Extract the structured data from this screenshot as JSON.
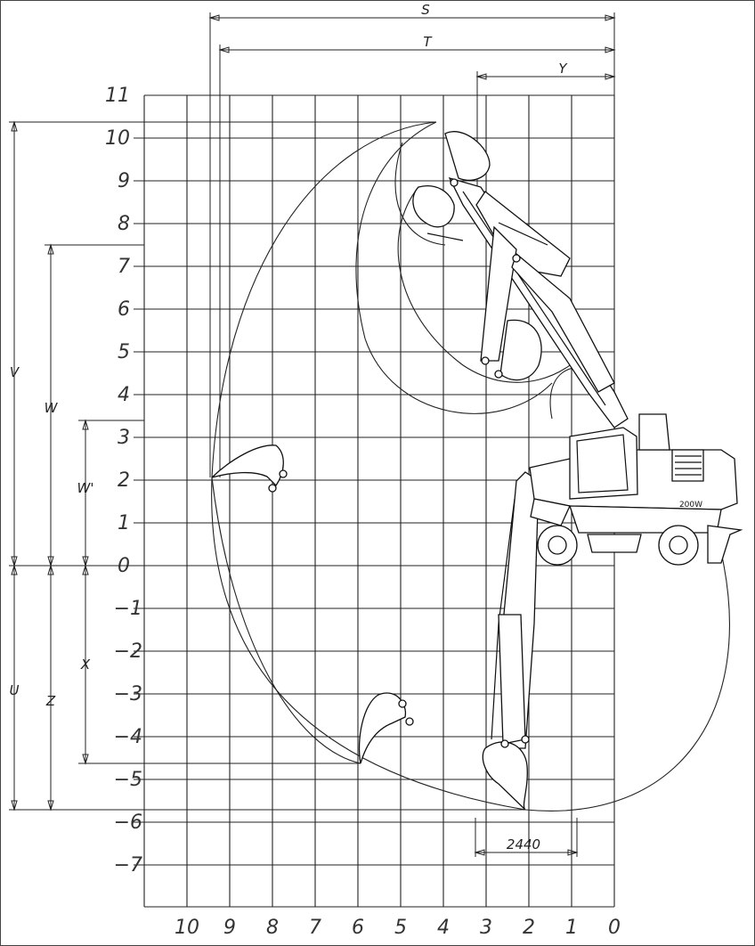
{
  "diagram": {
    "y_ticks": [
      "11",
      "10",
      "9",
      "8",
      "7",
      "6",
      "5",
      "4",
      "3",
      "2",
      "1",
      "0",
      "−1",
      "−2",
      "−3",
      "−4",
      "−5",
      "−6",
      "−7"
    ],
    "x_ticks": [
      "10",
      "9",
      "8",
      "7",
      "6",
      "5",
      "4",
      "3",
      "2",
      "1",
      "0"
    ],
    "dims": {
      "S": "S",
      "T": "T",
      "Y": "Y",
      "V": "V",
      "W": "W",
      "W_prime": "W'",
      "U": "U",
      "Z": "Z",
      "X": "X",
      "base": "2440"
    },
    "model_label": "200W"
  }
}
